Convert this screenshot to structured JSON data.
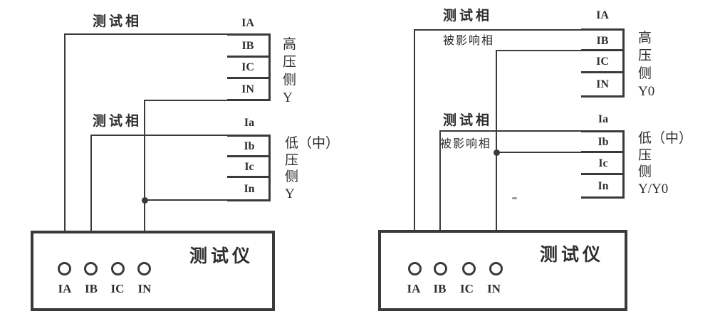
{
  "colors": {
    "line": "#3a3a3a",
    "text": "#2e2e2e",
    "background": "#ffffff"
  },
  "diagrams": [
    {
      "position": "left",
      "labels": {
        "high_test_phase": "测试相",
        "low_test_phase": "测试相"
      },
      "high_side": {
        "terminals": [
          "IA",
          "IB",
          "IC",
          "IN"
        ],
        "side_label_lines": [
          "高",
          "压",
          "侧",
          "Y"
        ]
      },
      "low_side": {
        "terminals": [
          "Ia",
          "Ib",
          "Ic",
          "In"
        ],
        "side_label_lines": [
          "低（中）",
          "压",
          "侧",
          "Y"
        ]
      },
      "tester": {
        "name": "测试仪",
        "terminals": [
          "IA",
          "IB",
          "IC",
          "IN"
        ]
      }
    },
    {
      "position": "right",
      "labels": {
        "high_test_phase": "测试相",
        "high_affected_phase": "被影响相",
        "low_test_phase": "测试相",
        "low_affected_phase": "被影响相"
      },
      "high_side": {
        "terminals": [
          "IA",
          "IB",
          "IC",
          "IN"
        ],
        "side_label_lines": [
          "高",
          "压",
          "侧",
          "Y0"
        ]
      },
      "low_side": {
        "terminals": [
          "Ia",
          "Ib",
          "Ic",
          "In"
        ],
        "side_label_lines": [
          "低（中）",
          "压",
          "侧",
          "Y/Y0"
        ]
      },
      "tester": {
        "name": "测试仪",
        "terminals": [
          "IA",
          "IB",
          "IC",
          "IN"
        ]
      }
    }
  ]
}
